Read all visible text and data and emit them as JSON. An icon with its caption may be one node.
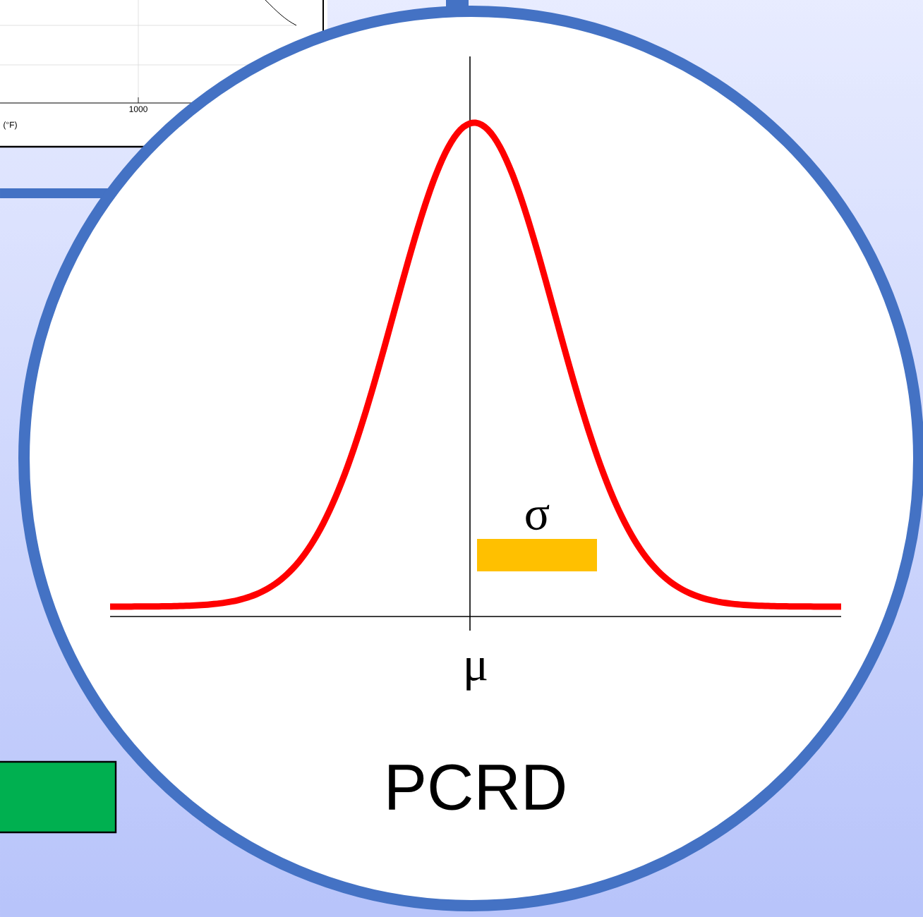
{
  "diagram": {
    "nodes": [
      {
        "text": [
          "PCRD"
        ]
      },
      {
        "text": [],
        "shape": "bar",
        "in": 0,
        "beside": [
          "σ"
        ]
      },
      {
        "text": [],
        "shape": "box"
      }
    ],
    "labels": [
      "1000",
      "(°F)",
      "μ"
    ]
  }
}
